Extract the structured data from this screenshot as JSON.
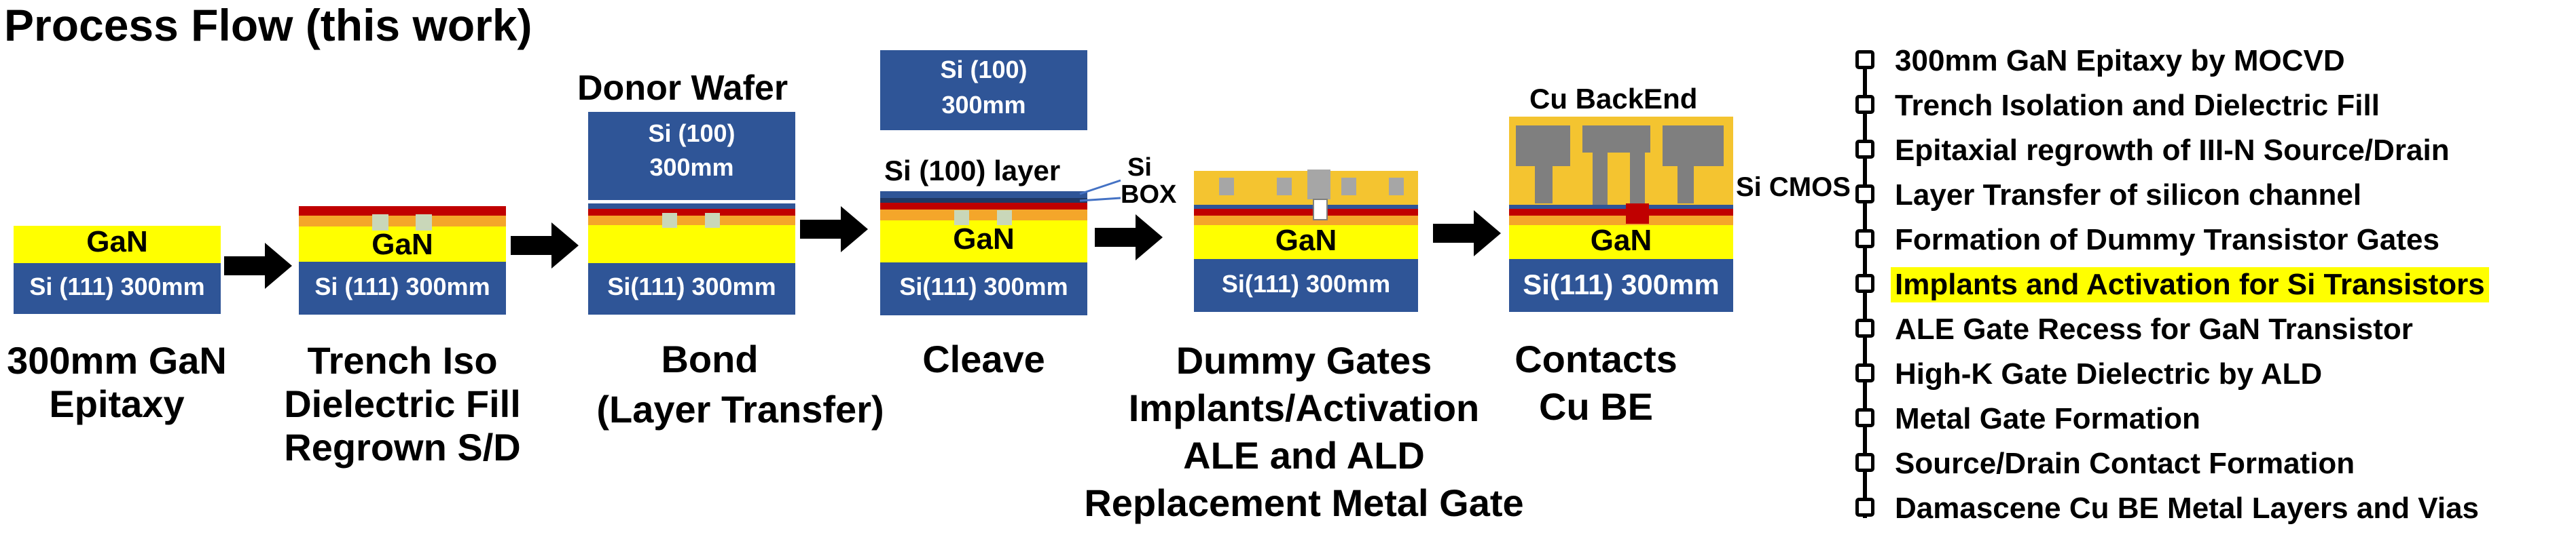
{
  "title": "Process Flow (this work)",
  "colors": {
    "si_blue": "#2f5597",
    "gan_yellow": "#ffff00",
    "orange_layer": "#f4a62a",
    "red_layer": "#c00000",
    "gate_gray": "#a6a6a6",
    "metal_dark_gray": "#7f7f7f",
    "highlight": "#ffff00"
  },
  "stages": [
    {
      "caption": [
        "300mm GaN",
        "Epitaxy"
      ],
      "gan_label": "GaN",
      "wafer_label": "Si (111) 300mm"
    },
    {
      "caption": [
        "Trench Iso",
        "Dielectric Fill",
        "Regrown S/D"
      ],
      "gan_label": "GaN",
      "wafer_label": "Si (111) 300mm"
    },
    {
      "caption": [
        "Bond",
        "(Layer Transfer)"
      ],
      "top_label": "Donor Wafer",
      "donor_label": [
        "Si (100)",
        "300mm"
      ],
      "wafer_label": "Si(111) 300mm"
    },
    {
      "caption": [
        "Cleave"
      ],
      "donor_label": [
        "Si (100)",
        "300mm"
      ],
      "layer_label": "Si (100) layer",
      "side_labels": [
        "Si",
        "BOX"
      ],
      "gan_label": "GaN",
      "wafer_label": "Si(111) 300mm"
    },
    {
      "caption": [
        "Dummy Gates",
        "Implants/Activation",
        "ALE and ALD",
        "Replacement Metal Gate"
      ],
      "gan_label": "GaN",
      "wafer_label": "Si(111) 300mm"
    },
    {
      "caption": [
        "Contacts",
        "Cu BE"
      ],
      "top_label": "Cu BackEnd",
      "side_label": "Si CMOS",
      "gan_label": "GaN",
      "wafer_label": "Si(111) 300mm"
    }
  ],
  "steps": [
    {
      "text": "300mm GaN Epitaxy by MOCVD",
      "highlighted": false
    },
    {
      "text": "Trench Isolation and Dielectric Fill",
      "highlighted": false
    },
    {
      "text": "Epitaxial regrowth of III-N Source/Drain",
      "highlighted": false
    },
    {
      "text": "Layer Transfer of silicon channel",
      "highlighted": false
    },
    {
      "text": "Formation of Dummy Transistor Gates",
      "highlighted": false
    },
    {
      "text": "Implants and Activation for Si Transistors",
      "highlighted": true
    },
    {
      "text": "ALE Gate Recess for GaN Transistor",
      "highlighted": false
    },
    {
      "text": "High-K Gate Dielectric by ALD",
      "highlighted": false
    },
    {
      "text": "Metal Gate Formation",
      "highlighted": false
    },
    {
      "text": "Source/Drain Contact Formation",
      "highlighted": false
    },
    {
      "text": "Damascene Cu BE Metal Layers and Vias",
      "highlighted": false
    }
  ]
}
